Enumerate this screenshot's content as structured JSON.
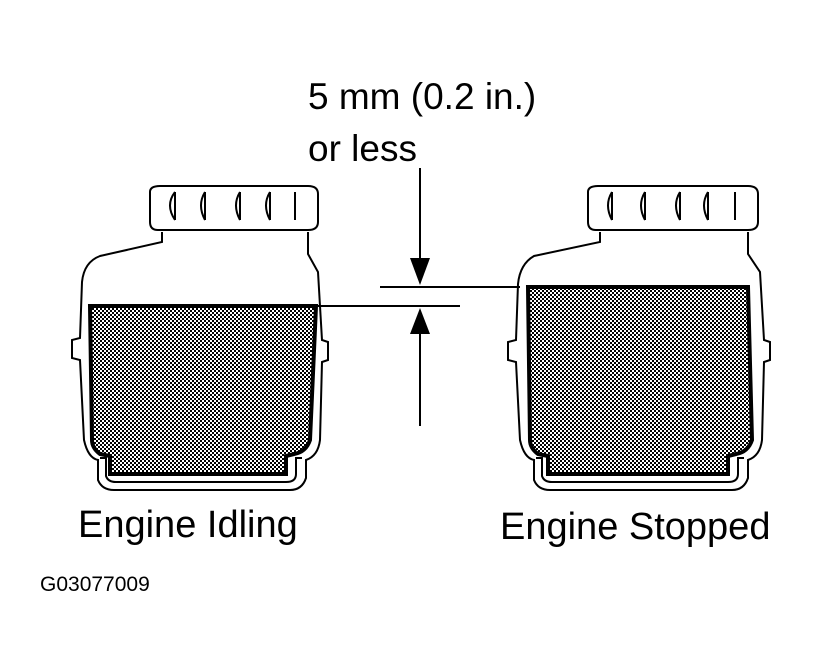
{
  "dimension": {
    "line1": "5 mm (0.2 in.)",
    "line2": "or less"
  },
  "reservoirs": [
    {
      "label": "Engine Idling"
    },
    {
      "label": "Engine Stopped"
    }
  ],
  "figure_id": "G03077009",
  "colors": {
    "ink": "#000000",
    "paper": "#ffffff",
    "fluid_fill": "#b3b3b3"
  }
}
